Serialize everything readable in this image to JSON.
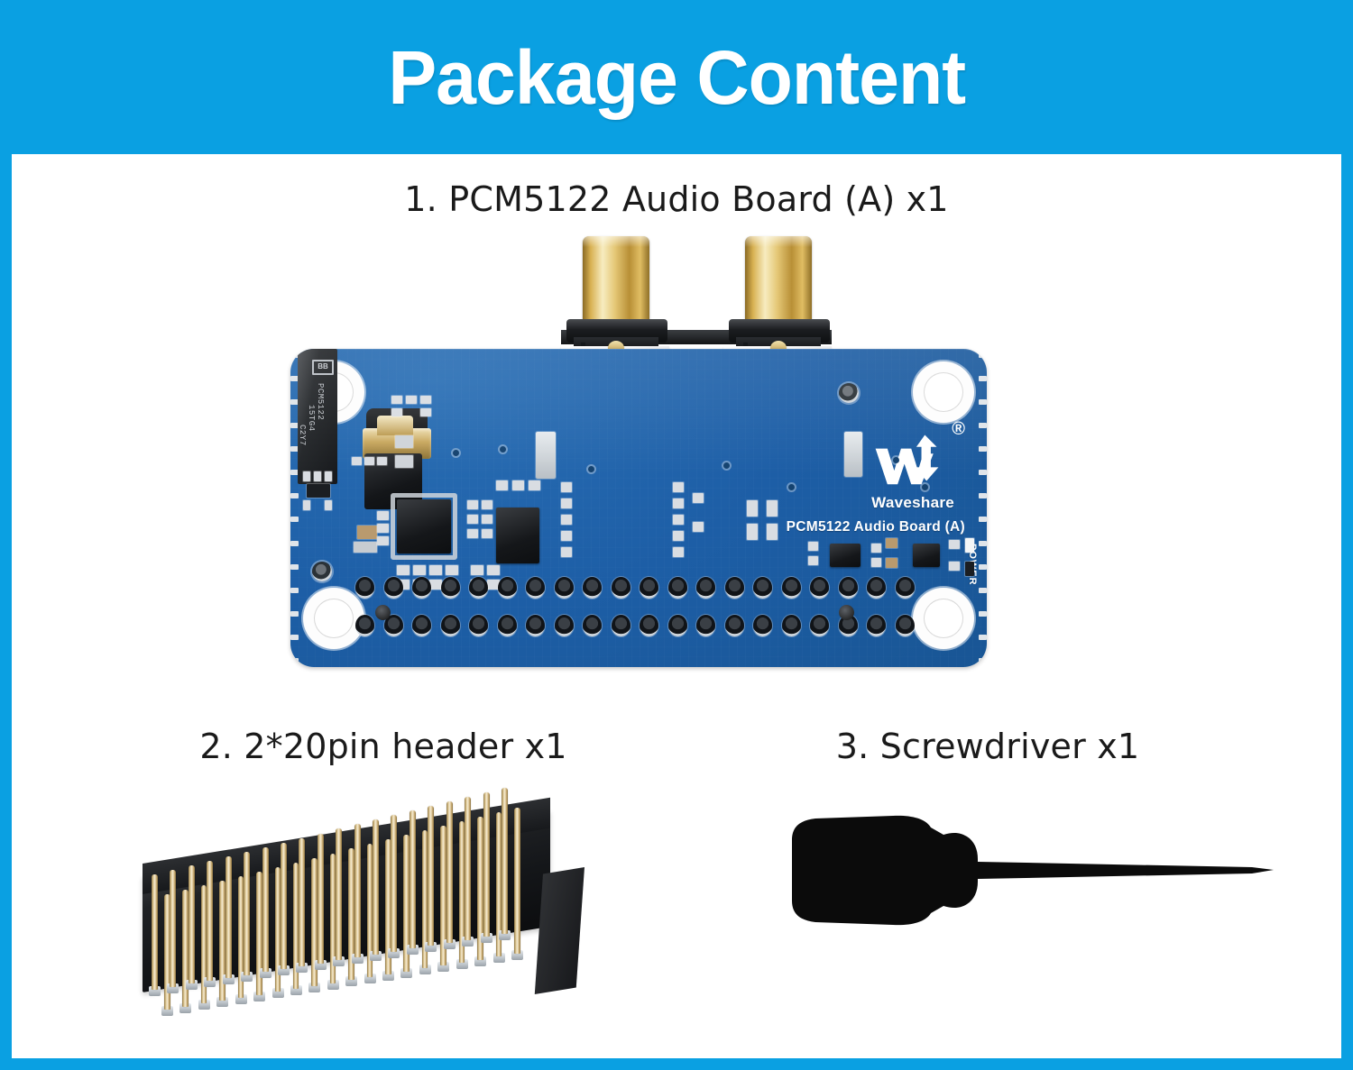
{
  "header": {
    "title": "Package Content",
    "background_color": "#0aa0e2",
    "text_color": "#ffffff"
  },
  "frame": {
    "border_color": "#0aa0e2",
    "background_color": "#ffffff"
  },
  "items": [
    {
      "index": 1,
      "caption": "1. PCM5122 Audio Board (A) x1",
      "name": "pcm5122-audio-board",
      "silkscreen": {
        "model": "PCM5122 Audio Board (A)",
        "brand": "Waveshare",
        "registered_mark": "®",
        "power_label": "POWER"
      },
      "ic_markings": {
        "manufacturer_logo": "BB",
        "part_number": "PCM5122",
        "lot_line_1": "15TG4",
        "lot_line_2": "C2Y7"
      },
      "pcb_color": "#1d5ea6",
      "gpio_pins": {
        "columns": 20,
        "rows": 2
      },
      "connectors": [
        "3.5mm-audio-jack",
        "rca-jack-left",
        "rca-jack-right"
      ]
    },
    {
      "index": 2,
      "caption": "2. 2*20pin header x1",
      "name": "2x20-pin-header",
      "columns": 20,
      "rows": 2,
      "body_color": "#16181b",
      "pin_color": "#d9c28d"
    },
    {
      "index": 3,
      "caption": "3. Screwdriver x1",
      "name": "screwdriver",
      "color": "#0b0b0b"
    }
  ]
}
